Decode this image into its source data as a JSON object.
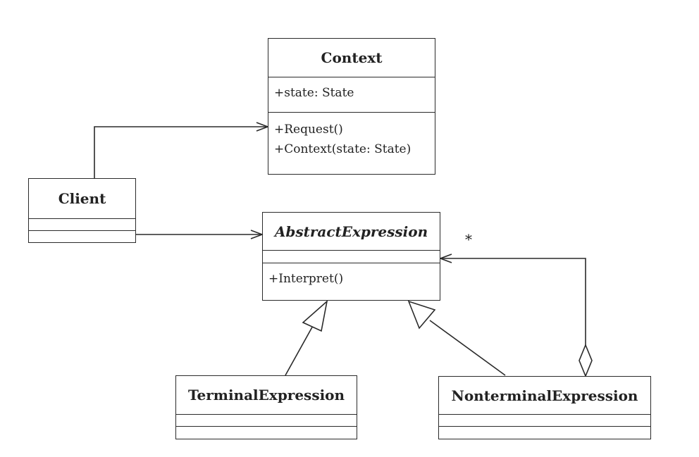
{
  "classes": {
    "context": {
      "name": "Context",
      "attributes": [
        "+state: State"
      ],
      "operations": [
        "+Request()",
        "+Context(state: State)"
      ]
    },
    "client": {
      "name": "Client",
      "attributes": [],
      "operations": []
    },
    "abstract_expression": {
      "name": "AbstractExpression",
      "abstract": true,
      "attributes": [],
      "operations": [
        "+Interpret()"
      ]
    },
    "terminal_expression": {
      "name": "TerminalExpression",
      "attributes": [],
      "operations": []
    },
    "nonterminal_expression": {
      "name": "NonterminalExpression",
      "attributes": [],
      "operations": []
    }
  },
  "relations": [
    {
      "from": "Client",
      "to": "Context",
      "type": "association"
    },
    {
      "from": "Client",
      "to": "AbstractExpression",
      "type": "association"
    },
    {
      "from": "TerminalExpression",
      "to": "AbstractExpression",
      "type": "generalization"
    },
    {
      "from": "NonterminalExpression",
      "to": "AbstractExpression",
      "type": "generalization"
    },
    {
      "from": "NonterminalExpression",
      "to": "AbstractExpression",
      "type": "aggregation",
      "multiplicity": "*"
    }
  ],
  "multiplicity_label": "*",
  "colors": {
    "line": "#2a2a2a",
    "background": "#ffffff"
  }
}
